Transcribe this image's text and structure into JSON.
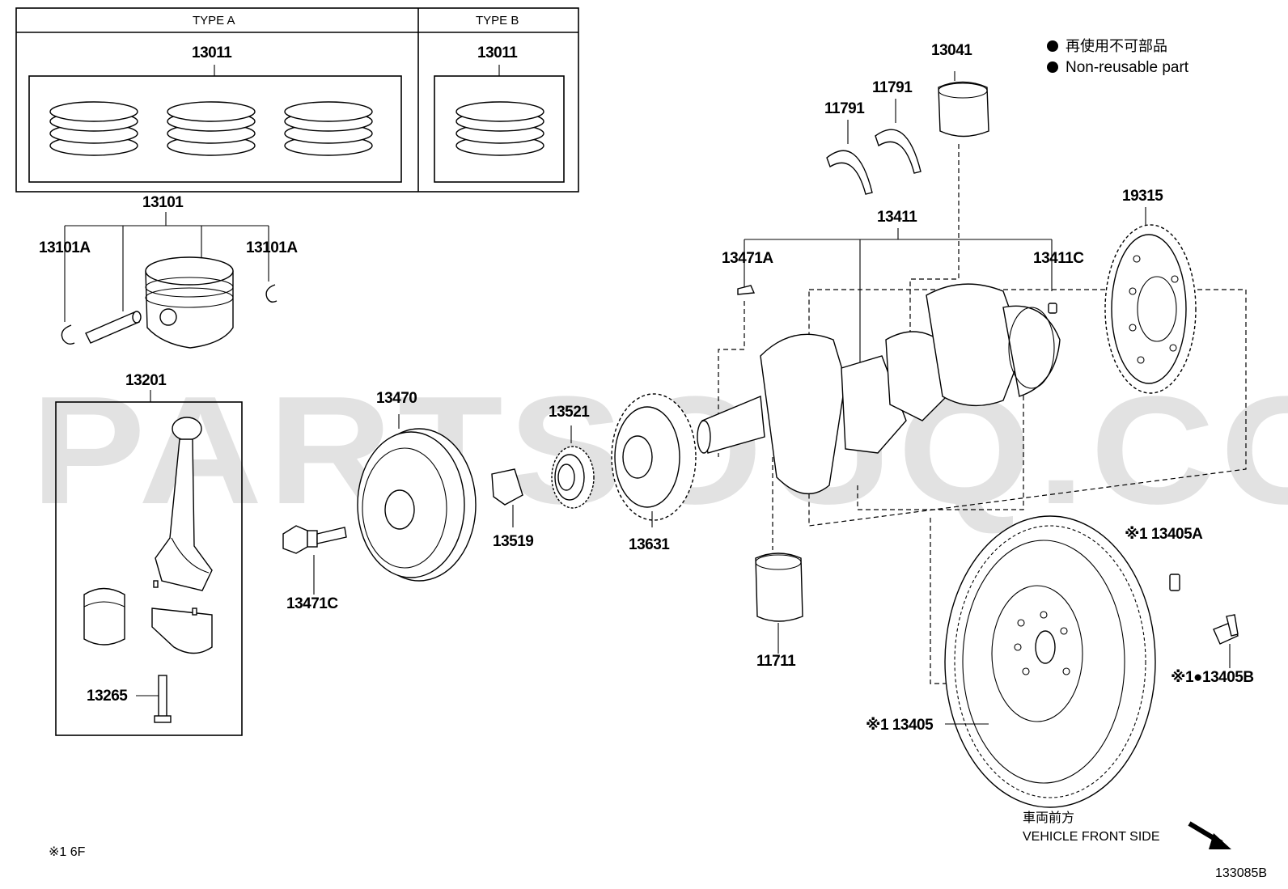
{
  "watermark": "PARTSOUQ.COM",
  "headers": {
    "type_a": "TYPE A",
    "type_b": "TYPE B"
  },
  "legend": {
    "jp": "再使用不可部品",
    "en": "Non-reusable part"
  },
  "front": {
    "jp": "車両前方",
    "en": "VEHICLE FRONT SIDE"
  },
  "footnote": "※1  6F",
  "diagram_id": "133085B",
  "labels": {
    "p13011a": "13011",
    "p13011b": "13011",
    "p13101": "13101",
    "p13101A_l": "13101A",
    "p13101A_r": "13101A",
    "p13201": "13201",
    "p13265": "13265",
    "p13470": "13470",
    "p13471C": "13471C",
    "p13519": "13519",
    "p13521": "13521",
    "p13631": "13631",
    "p13041": "13041",
    "p11791a": "11791",
    "p11791b": "11791",
    "p13411": "13411",
    "p13471A": "13471A",
    "p13411C": "13411C",
    "p19315": "19315",
    "p11711": "11711",
    "p13405A": "※1 13405A",
    "p13405B": "※1●13405B",
    "p13405": "※1 13405"
  }
}
